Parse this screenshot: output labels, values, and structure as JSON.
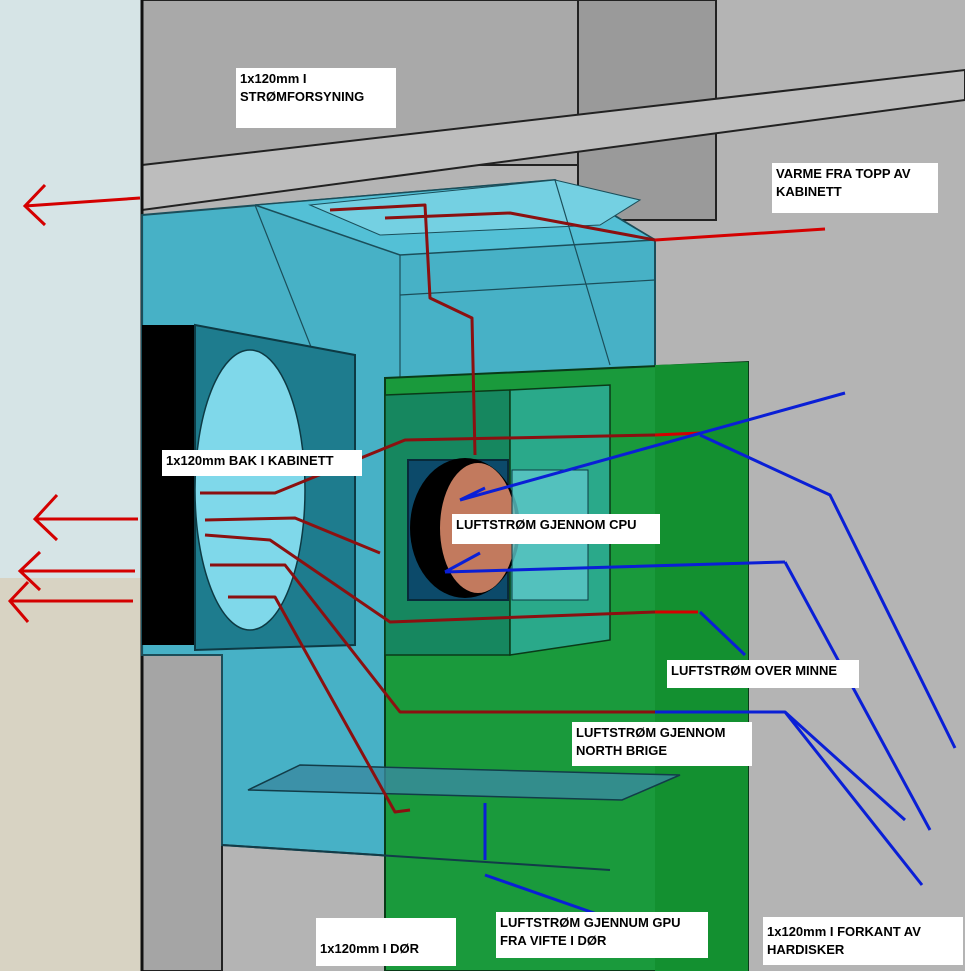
{
  "labels": {
    "psu_fan": [
      "1x120mm I",
      "STRØMFORSYNING"
    ],
    "top_heat": [
      "VARME FRA TOPP AV",
      "KABINETT"
    ],
    "rear_fan": [
      "1x120mm BAK I KABINETT"
    ],
    "cpu_flow": [
      "LUFTSTRØM GJENNOM CPU"
    ],
    "memory_flow": [
      "LUFTSTRØM OVER MINNE"
    ],
    "northbridge_flow": [
      "LUFTSTRØM GJENNOM",
      "NORTH BRIGE"
    ],
    "door_fan": [
      "1x120mm I DØR"
    ],
    "gpu_flow": [
      "LUFTSTRØM GJENNUM GPU",
      "FRA VIFTE I DØR"
    ],
    "front_fan": [
      "1x120mm I FORKANT AV",
      "HARDISKER"
    ]
  },
  "colors": {
    "hot_air": "#d40000",
    "hot_air_dark": "#8b1010",
    "cold_air": "#0a1fd6",
    "duct": "#35b4cc",
    "motherboard": "#169a3a",
    "cabinet": "#a8a8a8"
  }
}
